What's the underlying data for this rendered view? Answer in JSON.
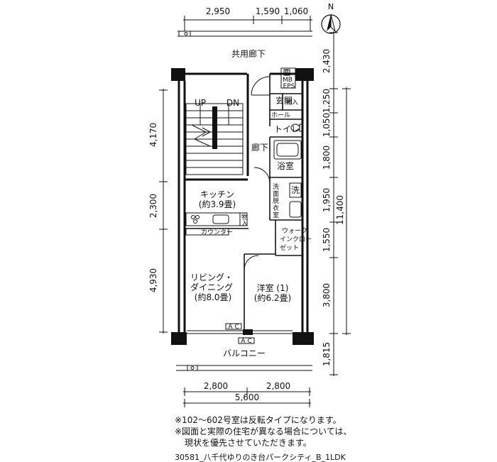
{
  "compass": {
    "north_label": "N"
  },
  "dimensions": {
    "top": [
      "2,950",
      "1,590",
      "1,060"
    ],
    "bottom": [
      "2,800",
      "2,800"
    ],
    "bottom_total": "5,600",
    "left": [
      "4,170",
      "2,300",
      "4,930"
    ],
    "right": [
      "2,430",
      "1,250",
      "1,050",
      "1,800",
      "1,950",
      "1,550",
      "3,800",
      "1,815"
    ],
    "right_total": "11,400"
  },
  "rooms": {
    "corridor_common": "共用廊下",
    "entrance": "玄関",
    "storage": "物入",
    "hall": "ホール",
    "toilet": "トイレ",
    "hallway": "廊下",
    "bath": "浴室",
    "washer": "洗",
    "dressing": [
      "洗",
      "面",
      "脱",
      "衣",
      "室"
    ],
    "kitchen": "キッチン",
    "kitchen_size": "(約3.9畳)",
    "counter": "カウンター",
    "storage_small": [
      "物",
      "入"
    ],
    "walkin": [
      "ウォーク",
      "インクロー",
      "ゼット"
    ],
    "living": [
      "リビング・",
      "ダイニング",
      "(約8.0畳)"
    ],
    "western": "洋室 (1)",
    "western_size": "(約6.2畳)",
    "balcony": "バルコニー",
    "stairs_up": "UP",
    "stairs_dn": "DN",
    "mb": "MB",
    "eps": "EPS",
    "b": "B",
    "ac": "A C"
  },
  "notes": [
    "※102～602号室は反転タイプになります。",
    "※図面と実際の住宅が異なる場合については、",
    "現状を優先させていただきます。"
  ],
  "footer": "30581_八千代ゆりのき台パークシティ_B_1LDK"
}
